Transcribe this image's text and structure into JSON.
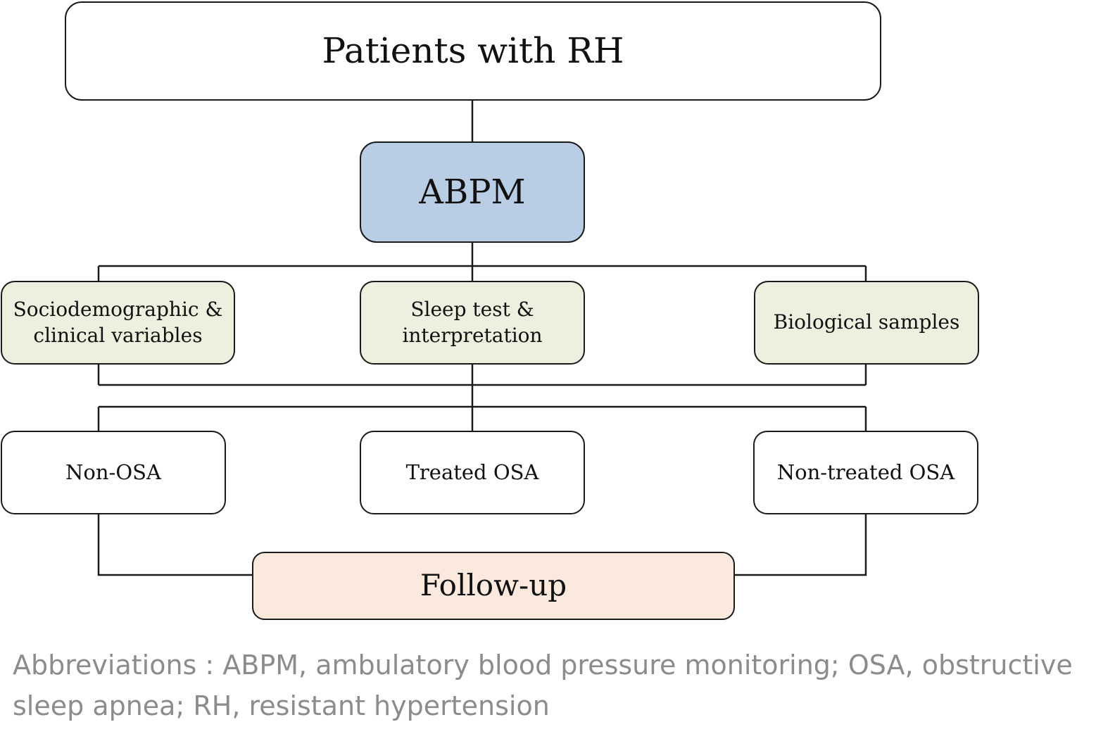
{
  "flowchart": {
    "top": "Patients with RH",
    "abpm": "ABPM",
    "assessments": [
      "Sociodemographic &\nclinical variables",
      "Sleep test &\ninterpretation",
      "Biological samples"
    ],
    "groups": [
      "Non-OSA",
      "Treated OSA",
      "Non-treated OSA"
    ],
    "followup": "Follow-up"
  },
  "footnote": "Abbreviations : ABPM, ambulatory blood pressure monitoring; OSA, obstructive\nsleep apnea; RH, resistant hypertension",
  "colors": {
    "abpm_fill": "#b9cde5",
    "assessment_fill": "#ebf1de",
    "followup_fill": "#fbe9dd",
    "footnote_text": "#8c8c8c"
  }
}
